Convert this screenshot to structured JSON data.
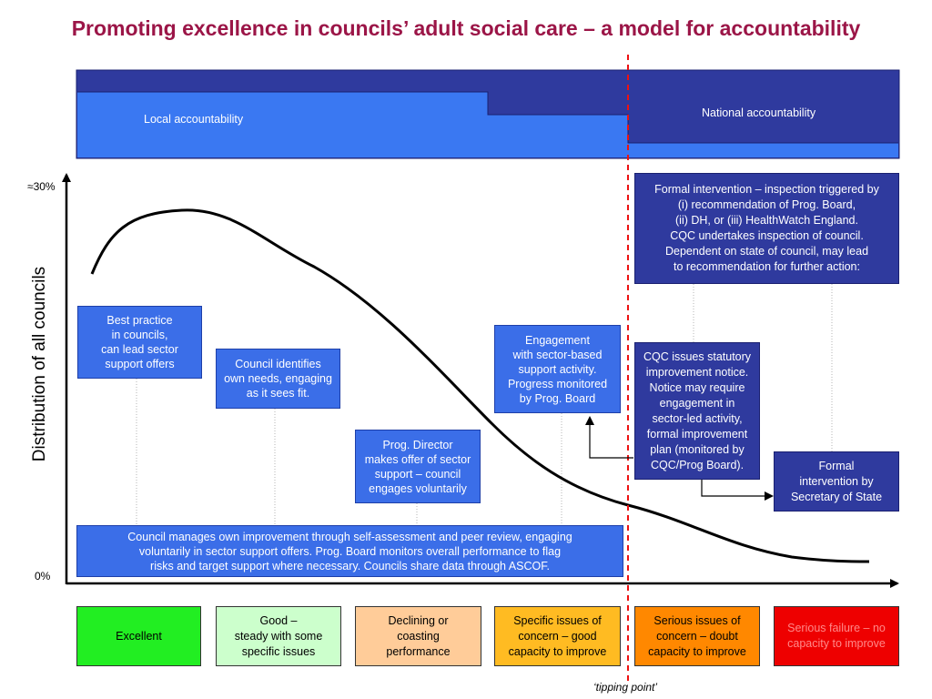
{
  "title": "Promoting excellence in councils’ adult social care – a model for accountability",
  "accountability": {
    "local": "Local accountability",
    "national": "National accountability"
  },
  "axis": {
    "ylabel": "Distribution of all councils",
    "ytick_top": "≈30%",
    "ytick_bottom": "0%"
  },
  "boxes": {
    "best_practice": "Best practice\nin councils,\ncan lead sector\nsupport offers",
    "own_needs": "Council identifies\nown needs, engaging\nas it sees fit.",
    "prog_director": "Prog. Director\nmakes offer of sector\nsupport – council\nengages voluntarily",
    "engagement": "Engagement\nwith sector-based\nsupport activity.\nProgress monitored\nby Prog. Board",
    "self_assessment": "Council manages own improvement through self-assessment and peer review, engaging\nvoluntarily in sector support offers.  Prog. Board monitors overall performance to flag\nrisks and target support where necessary. Councils share data through ASCOF.",
    "formal_inspection": "Formal intervention – inspection triggered by\n(i) recommendation of Prog. Board,\n(ii) DH, or (iii) HealthWatch England.\nCQC undertakes inspection of council.\nDependent on state of council, may lead\nto recommendation for further action:",
    "cqc_notice": "CQC issues statutory\nimprovement notice.\nNotice may require\nengagement in\nsector-led activity,\nformal improvement\nplan (monitored by\nCQC/Prog Board).",
    "secretary_state": "Formal\nintervention by\nSecretary of State"
  },
  "categories": [
    {
      "label": "Excellent",
      "color": "#22ee22",
      "text_color": "#000000"
    },
    {
      "label": "Good –\nsteady with some\nspecific issues",
      "color": "#ccffcc",
      "text_color": "#000000"
    },
    {
      "label": "Declining or\ncoasting\nperformance",
      "color": "#ffcc99",
      "text_color": "#000000"
    },
    {
      "label": "Specific issues of\nconcern – good\ncapacity to improve",
      "color": "#ffbb22",
      "text_color": "#000000"
    },
    {
      "label": "Serious issues of\nconcern – doubt\ncapacity to improve",
      "color": "#ff8800",
      "text_color": "#000000"
    },
    {
      "label": "Serious failure – no\ncapacity to improve",
      "color": "#ee0000",
      "text_color": "#ff8888"
    }
  ],
  "tipping_point": "‘tipping point’",
  "colors": {
    "title": "#9b1547",
    "navy": "#2f3a9e",
    "blue": "#3b6ee8",
    "tipping_line": "#ee1111"
  }
}
